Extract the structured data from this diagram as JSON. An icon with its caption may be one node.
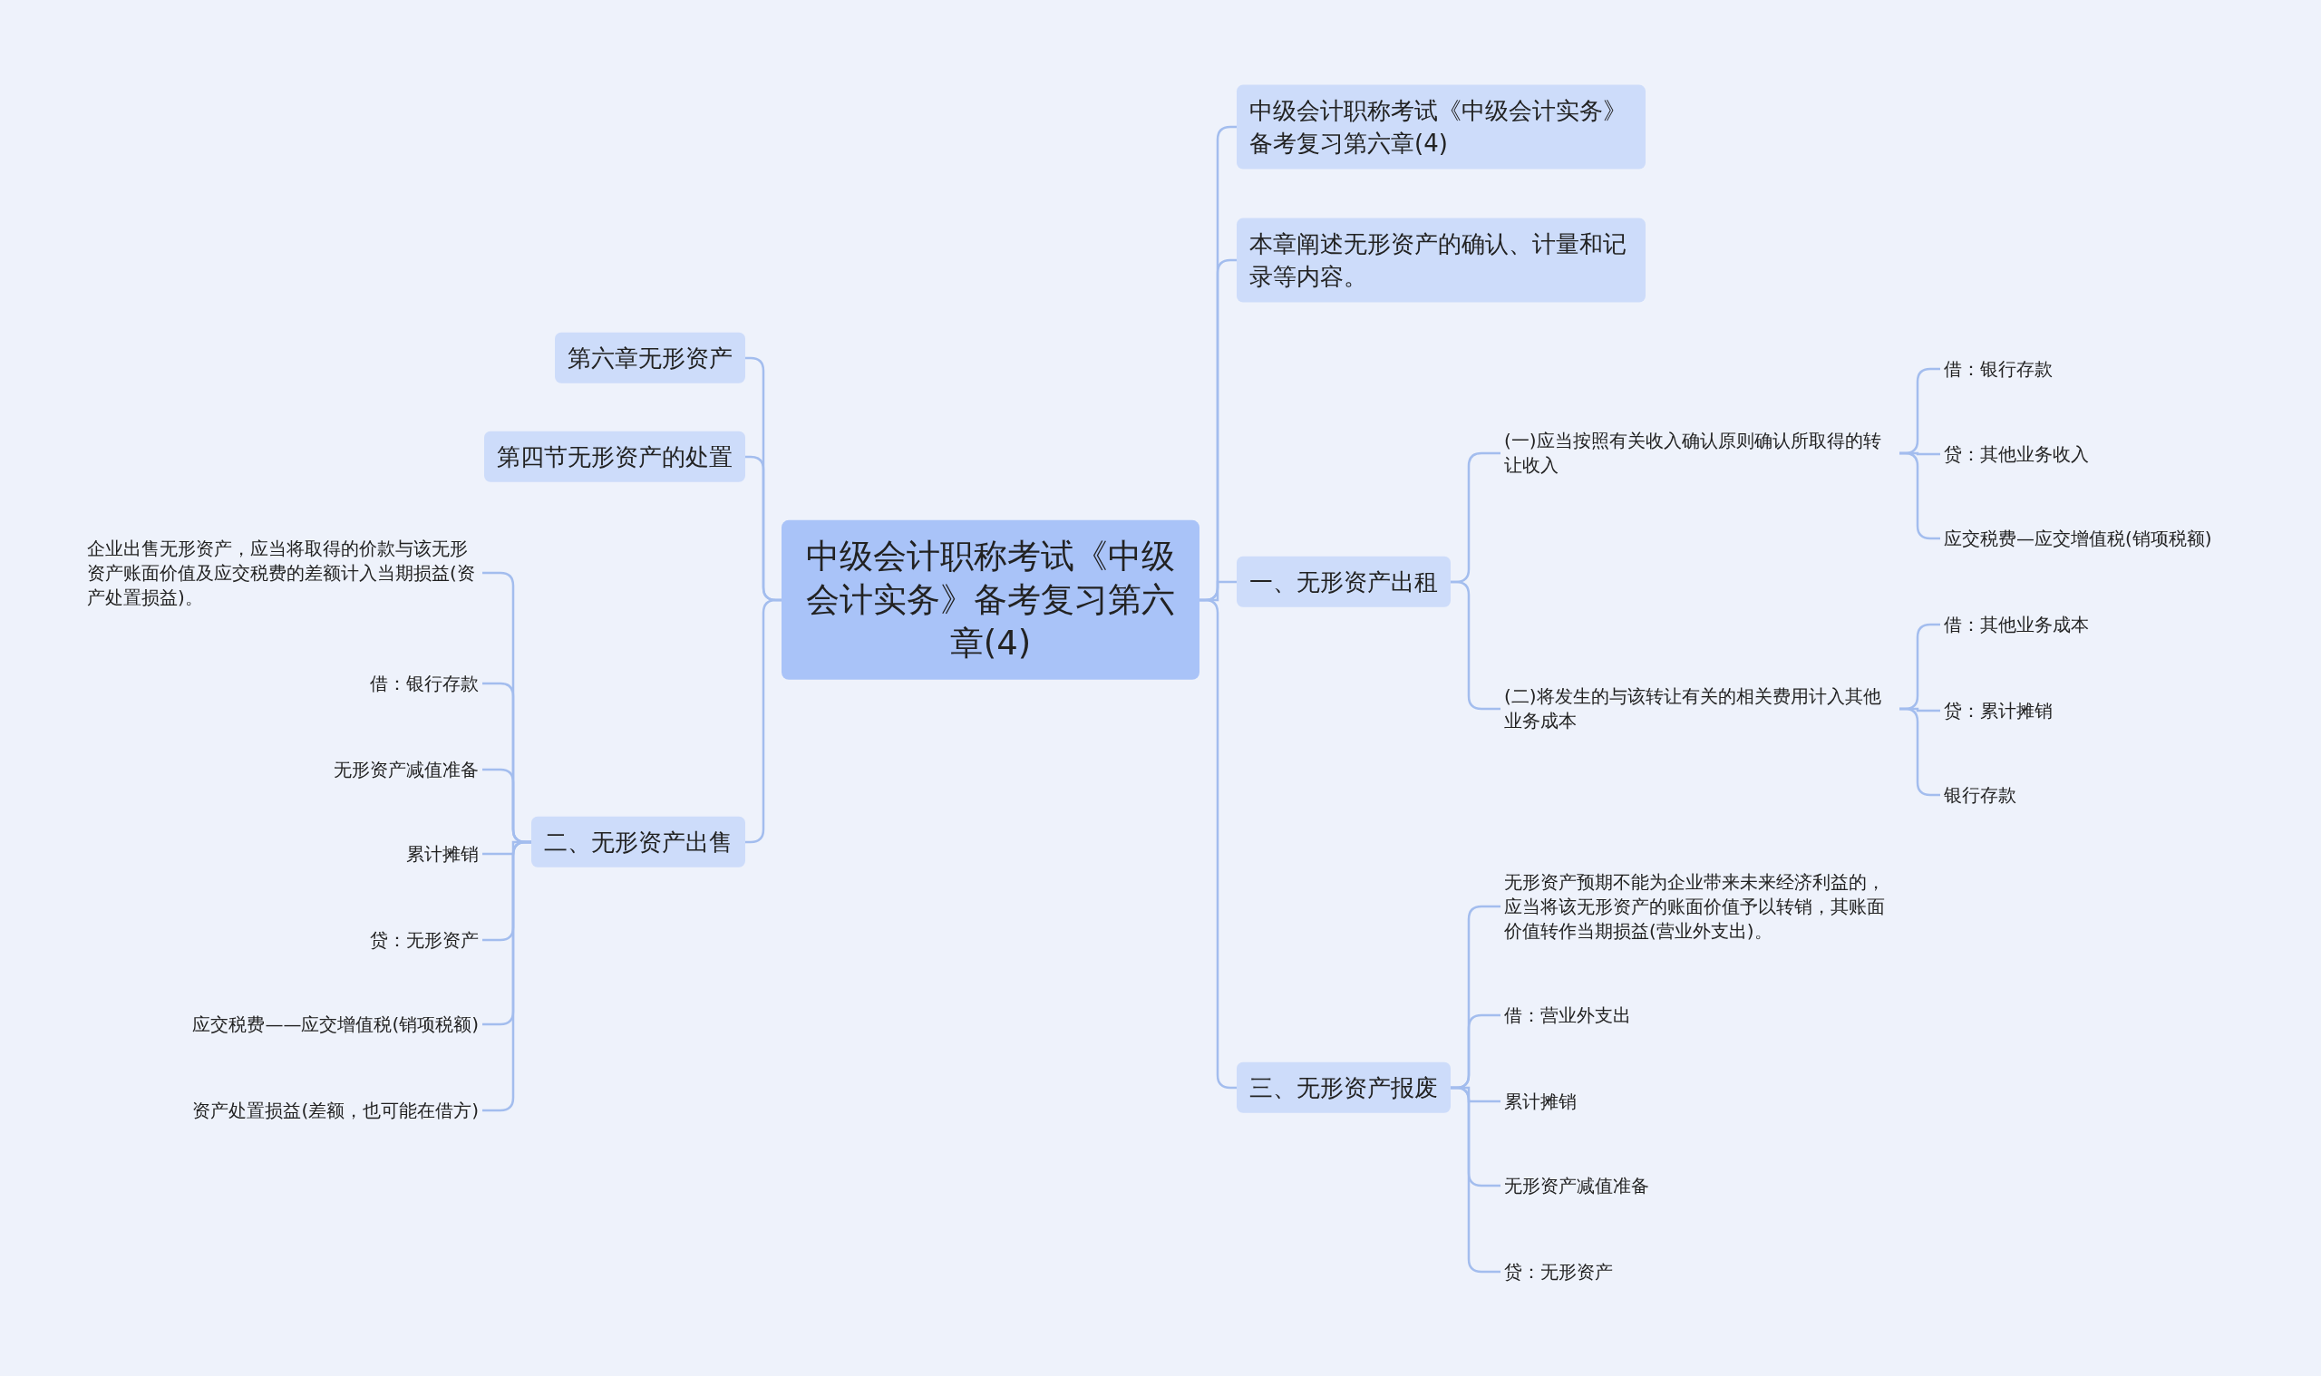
{
  "diagram": {
    "nodes": [
      {
        "text": [
          "中级会计职称考试《中级会计实务》备考复习第六章(4)"
        ]
      },
      {
        "text": [
          "第六章无形资产"
        ]
      },
      {
        "text": [
          "第四节无形资产的处置"
        ]
      },
      {
        "text": [
          "二、无形资产出售"
        ]
      },
      {
        "text": [
          "企业出售无形资产，应当将取得的价款与该无形资产账面价值及应交税费的差额计入当期损益(资产处置损益)。"
        ]
      },
      {
        "text": [
          "借：银行存款"
        ]
      },
      {
        "text": [
          "无形资产减值准备"
        ]
      },
      {
        "text": [
          "累计摊销"
        ]
      },
      {
        "text": [
          "贷：无形资产"
        ]
      },
      {
        "text": [
          "应交税费——应交增值税(销项税额)"
        ]
      },
      {
        "text": [
          "资产处置损益(差额，也可能在借方)"
        ]
      },
      {
        "text": [
          "中级会计职称考试《中级会计实务》备考复习第六章(4)"
        ]
      },
      {
        "text": [
          "本章阐述无形资产的确认、计量和记录等内容。"
        ]
      },
      {
        "text": [
          "一、无形资产出租"
        ]
      },
      {
        "text": [
          "(一)应当按照有关收入确认原则确认所取得的转让收入"
        ]
      },
      {
        "text": [
          "借：银行存款"
        ]
      },
      {
        "text": [
          "贷：其他业务收入"
        ]
      },
      {
        "text": [
          "应交税费—应交增值税(销项税额)"
        ]
      },
      {
        "text": [
          "(二)将发生的与该转让有关的相关费用计入其他业务成本"
        ]
      },
      {
        "text": [
          "借：其他业务成本"
        ]
      },
      {
        "text": [
          "贷：累计摊销"
        ]
      },
      {
        "text": [
          "银行存款"
        ]
      },
      {
        "text": [
          "三、无形资产报废"
        ]
      },
      {
        "text": [
          "无形资产预期不能为企业带来未来经济利益的，应当将该无形资产的账面价值予以转销，其账面价值转作当期损益(营业外支出)。"
        ]
      },
      {
        "text": [
          "借：营业外支出"
        ]
      },
      {
        "text": [
          "累计摊销"
        ]
      },
      {
        "text": [
          "无形资产减值准备"
        ]
      },
      {
        "text": [
          "贷：无形资产"
        ]
      }
    ],
    "edges": [
      {
        "from": 0,
        "to": 1,
        "arrow": "none"
      },
      {
        "from": 0,
        "to": 2,
        "arrow": "none"
      },
      {
        "from": 0,
        "to": 3,
        "arrow": "none"
      },
      {
        "from": 3,
        "to": 4,
        "arrow": "none"
      },
      {
        "from": 3,
        "to": 5,
        "arrow": "none"
      },
      {
        "from": 3,
        "to": 6,
        "arrow": "none"
      },
      {
        "from": 3,
        "to": 7,
        "arrow": "none"
      },
      {
        "from": 3,
        "to": 8,
        "arrow": "none"
      },
      {
        "from": 3,
        "to": 9,
        "arrow": "none"
      },
      {
        "from": 3,
        "to": 10,
        "arrow": "none"
      },
      {
        "from": 0,
        "to": 11,
        "arrow": "none"
      },
      {
        "from": 0,
        "to": 12,
        "arrow": "none"
      },
      {
        "from": 0,
        "to": 13,
        "arrow": "none"
      },
      {
        "from": 13,
        "to": 14,
        "arrow": "none"
      },
      {
        "from": 14,
        "to": 15,
        "arrow": "none"
      },
      {
        "from": 14,
        "to": 16,
        "arrow": "none"
      },
      {
        "from": 14,
        "to": 17,
        "arrow": "none"
      },
      {
        "from": 13,
        "to": 18,
        "arrow": "none"
      },
      {
        "from": 18,
        "to": 19,
        "arrow": "none"
      },
      {
        "from": 18,
        "to": 20,
        "arrow": "none"
      },
      {
        "from": 18,
        "to": 21,
        "arrow": "none"
      },
      {
        "from": 0,
        "to": 22,
        "arrow": "none"
      },
      {
        "from": 22,
        "to": 23,
        "arrow": "none"
      },
      {
        "from": 22,
        "to": 24,
        "arrow": "none"
      },
      {
        "from": 22,
        "to": 25,
        "arrow": "none"
      },
      {
        "from": 22,
        "to": 26,
        "arrow": "none"
      },
      {
        "from": 22,
        "to": 27,
        "arrow": "none"
      }
    ]
  }
}
